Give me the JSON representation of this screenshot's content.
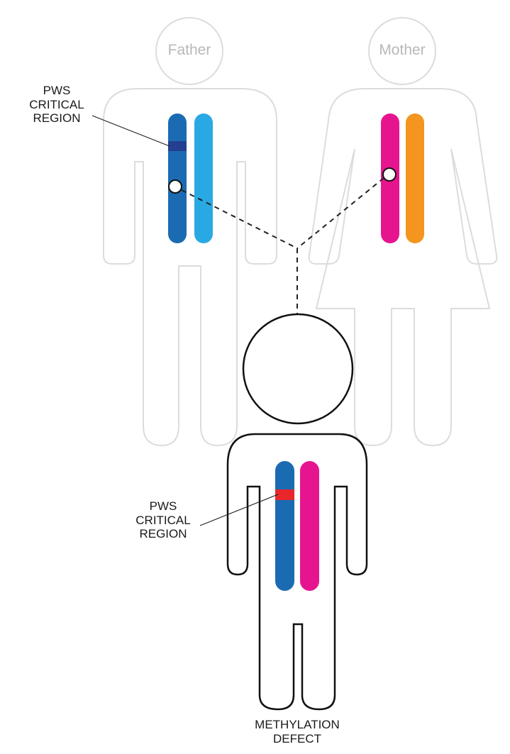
{
  "parents": {
    "father": {
      "name": "Father",
      "region_label": "PWS\nCRITICAL\nREGION",
      "chromosomes": [
        {
          "role": "paternal-15",
          "color": "#1b6bb3",
          "band_color": "#233f8f",
          "has_region_band": true
        },
        {
          "role": "paternal-homolog",
          "color": "#29a9e4",
          "has_region_band": false
        }
      ]
    },
    "mother": {
      "name": "Mother",
      "chromosomes": [
        {
          "role": "maternal-15",
          "color": "#e6158f"
        },
        {
          "role": "maternal-homolog",
          "color": "#f3951e"
        }
      ]
    }
  },
  "child": {
    "region_label": "PWS\nCRITICAL\nREGION",
    "caption": "METHYLATION\nDEFECT",
    "chromosomes": [
      {
        "role": "paternal-15",
        "color": "#1b6bb3",
        "band_color": "#e8262b",
        "has_region_band": true
      },
      {
        "role": "maternal-15",
        "color": "#e6158f",
        "has_region_band": false
      }
    ]
  },
  "colors": {
    "parent_outline": "#dcdcdc",
    "child_outline": "#111111",
    "connector": "#222222"
  }
}
